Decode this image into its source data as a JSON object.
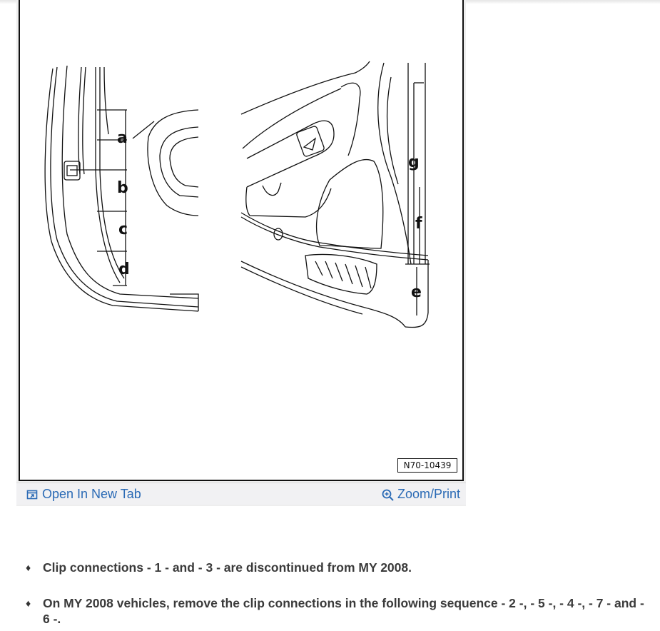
{
  "figure": {
    "id_label": "N70-10439",
    "dimension_labels": [
      "a",
      "b",
      "c",
      "d",
      "e",
      "f",
      "g"
    ]
  },
  "links": {
    "open_new_tab": "Open In New Tab",
    "zoom_print": "Zoom/Print",
    "open_icon": "open-new-tab-icon",
    "zoom_icon": "zoom-in-icon"
  },
  "instructions": {
    "bullet_glyph": "♦",
    "items": [
      "Clip connections - 1 - and - 3 - are discontinued from MY 2008.",
      "On MY 2008 vehicles, remove the clip connections in the following sequence - 2 -, - 5 -, - 4 -, - 7 - and - 6 -."
    ]
  },
  "colors": {
    "link": "#2a6ab5",
    "text": "#3a3a3a",
    "frame": "#111111"
  }
}
